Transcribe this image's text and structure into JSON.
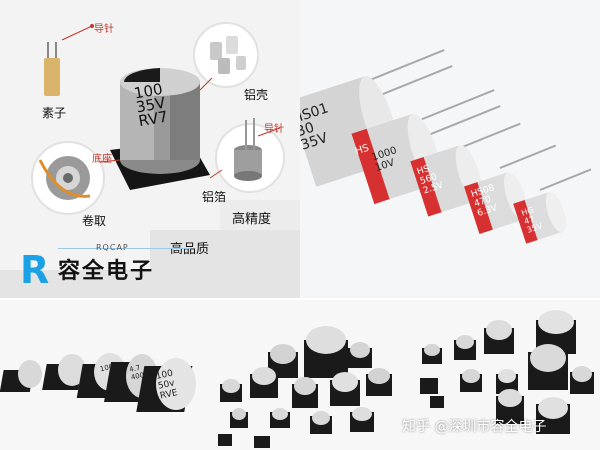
{
  "top_left": {
    "labels": {
      "lead_wire": "导针",
      "element": "素子",
      "aluminum_case": "铝壳",
      "base": "底座",
      "lead_foil": "导针",
      "winding": "卷取",
      "aluminum_foil": "铝箔"
    },
    "cap_marking": [
      "100",
      "35V",
      "RV7"
    ],
    "steps": [
      "高精度",
      "高品质"
    ],
    "brand": {
      "letter": "R",
      "name": "容全电子",
      "en": "RQCAP"
    }
  },
  "top_right": {
    "caps": [
      {
        "marking": [
          "HS01",
          "30",
          "35V"
        ]
      },
      {
        "marking": [
          "HS",
          "1000",
          "10V"
        ]
      },
      {
        "marking": [
          "HS",
          "560",
          "2.5V"
        ]
      },
      {
        "marking": [
          "HS08",
          "470",
          "6.3V"
        ]
      },
      {
        "marking": [
          "HG",
          "47",
          "35V"
        ]
      }
    ]
  },
  "bottom_left": {
    "caps": [
      {
        "marking": [
          "100",
          "50v",
          "RVE"
        ]
      },
      {
        "marking": [
          "4.7",
          "400v"
        ]
      },
      {
        "marking": [
          "100"
        ]
      }
    ]
  },
  "watermark": "知乎 @深圳市容全电子",
  "colors": {
    "brand_blue": "#1da1e6",
    "red_band": "#d63031",
    "label_red": "#c0392b"
  }
}
